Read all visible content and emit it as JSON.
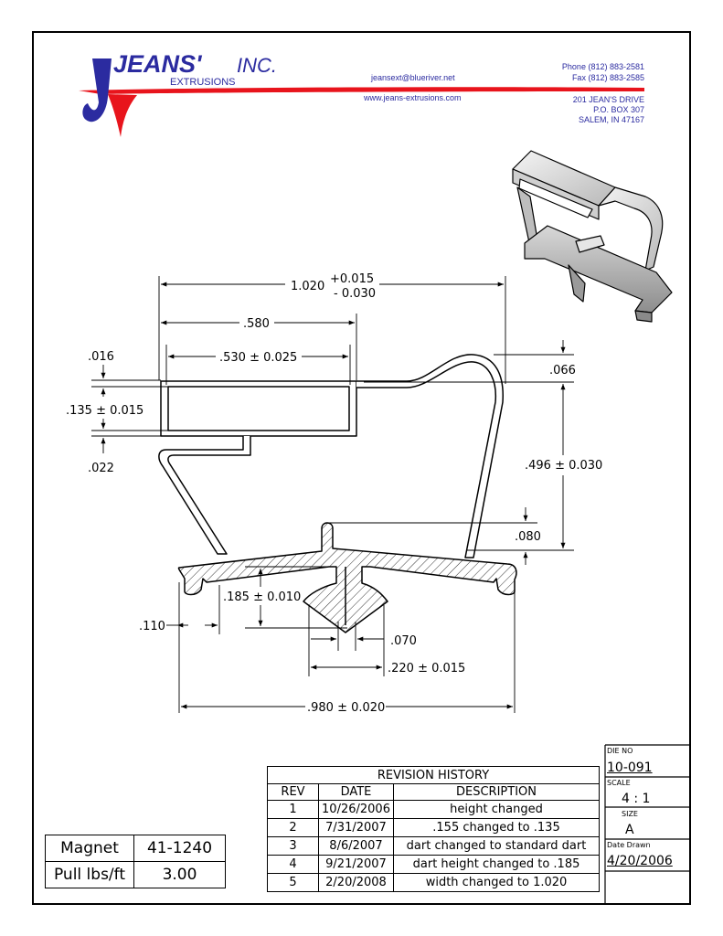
{
  "company": {
    "name": "JEANS'",
    "suffix": "INC.",
    "division": "EXTRUSIONS",
    "email": "jeansext@blueriver.net",
    "website": "www.jeans-extrusions.com",
    "phone": "Phone (812) 883-2581",
    "fax": "Fax (812) 883-2585",
    "address_line1": "201 JEAN'S DRIVE",
    "address_line2": "P.O. BOX 307",
    "address_line3": "SALEM, IN 47167",
    "colors": {
      "brand_blue": "#2b2ba0",
      "brand_red": "#e8141c"
    }
  },
  "dimensions": {
    "overall_width": "1.020",
    "overall_tol_plus": "+0.015",
    "overall_tol_minus": "- 0.030",
    "top_width": ".580",
    "inner_width": ".530 ± 0.025",
    "top_wall": ".016",
    "box_height": ".135 ± 0.015",
    "bottom_wall": ".022",
    "right_top": ".066",
    "total_height": ".496 ± 0.030",
    "stub_height": ".080",
    "dart_depth": ".185 ± 0.010",
    "left_lip": ".110",
    "dart_tip": ".070",
    "dart_width": ".220 ± 0.015",
    "base_width": ".980 ± 0.020"
  },
  "magnet_table": {
    "rows": [
      {
        "label": "Magnet",
        "value": "41-1240"
      },
      {
        "label": "Pull lbs/ft",
        "value": "3.00"
      }
    ]
  },
  "revision_history": {
    "title": "REVISION HISTORY",
    "columns": [
      "REV",
      "DATE",
      "DESCRIPTION"
    ],
    "rows": [
      {
        "rev": "1",
        "date": "10/26/2006",
        "desc": "height changed"
      },
      {
        "rev": "2",
        "date": "7/31/2007",
        "desc": ".155 changed to .135"
      },
      {
        "rev": "3",
        "date": "8/6/2007",
        "desc": "dart changed to standard dart"
      },
      {
        "rev": "4",
        "date": "9/21/2007",
        "desc": "dart height changed to .185"
      },
      {
        "rev": "5",
        "date": "2/20/2008",
        "desc": "width changed to 1.020"
      }
    ]
  },
  "title_block": {
    "die_no_label": "DIE NO",
    "die_no": "10-091",
    "scale_label": "SCALE",
    "scale": "4 : 1",
    "size_label": "SIZE",
    "size": "A",
    "date_label": "Date Drawn",
    "date": "4/20/2006"
  }
}
